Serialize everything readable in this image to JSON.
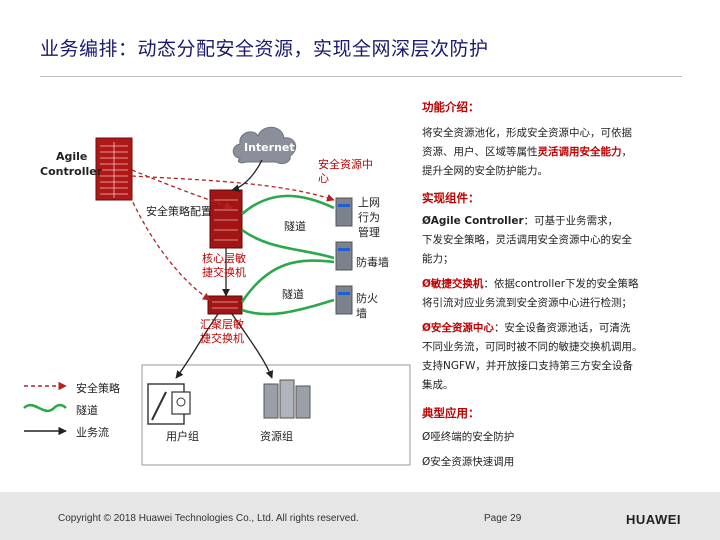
{
  "title": "业务编排：动态分配安全资源，实现全网深层次防护",
  "diagram": {
    "internet": "Internet",
    "agile_controller": [
      "Agile",
      "Controller"
    ],
    "security_resource_center": [
      "安全资源中",
      "心"
    ],
    "security_policy_config": "安全策略配置",
    "tunnel_1": "隧道",
    "tunnel_2": "隧道",
    "internet_behavior_mgmt": [
      "上网",
      "行为",
      "管理"
    ],
    "anti_ddos": "防毒墙",
    "firewall": [
      "防火",
      "墙"
    ],
    "core_switch": [
      "核心层敏",
      "捷交换机"
    ],
    "agg_switch": [
      "汇聚层敏",
      "捷交换机"
    ],
    "user_group": "用户组",
    "resource_group": "资源组",
    "legend": {
      "policy": "安全策略",
      "tunnel": "隧道",
      "flow": "业务流"
    }
  },
  "panel": {
    "feature_heading": "功能介绍：",
    "feature_text_1": "将安全资源池化，形成安全资源中心，可依据",
    "feature_text_2a": "资源、用户、区域等属性",
    "feature_text_2b": "灵活调用安全能力",
    "feature_text_2c": "，",
    "feature_text_3": "提升全网的安全防护能力。",
    "components_heading": "实现组件：",
    "comp1_name": "ØAgile Controller",
    "comp1_text_1": "：可基于业务需求，",
    "comp1_text_2": "下发安全策略，灵活调用安全资源中心的安全",
    "comp1_text_3": "能力；",
    "comp2_name": "Ø敏捷交换机",
    "comp2_text_1": "：依据controller下发的安全策略",
    "comp2_text_2": "将引流对应业务流到安全资源中心进行检测；",
    "comp3_name": "Ø安全资源中心",
    "comp3_text_1": "：安全设备资源池话，可清洗",
    "comp3_text_2": "不同业务流，可同时被不同的敏捷交换机调用。",
    "comp3_text_3": "支持NGFW，并开放接口支持第三方安全设备",
    "comp3_text_4": "集成。",
    "apps_heading": "典型应用：",
    "app1": "Ø哑终端的安全防护",
    "app2": "Ø安全资源快速调用"
  },
  "footer": {
    "copyright": "Copyright © 2018 Huawei Technologies Co., Ltd. All rights reserved.",
    "page": "Page 29",
    "brand": "HUAWEI"
  },
  "colors": {
    "title": "#1a1a6e",
    "accent_red": "#c00000",
    "tunnel_green": "#2aa84a",
    "policy_dashed": "#b22222",
    "footer_bg": "#e6e6e6",
    "huawei_red": "#e60012"
  }
}
